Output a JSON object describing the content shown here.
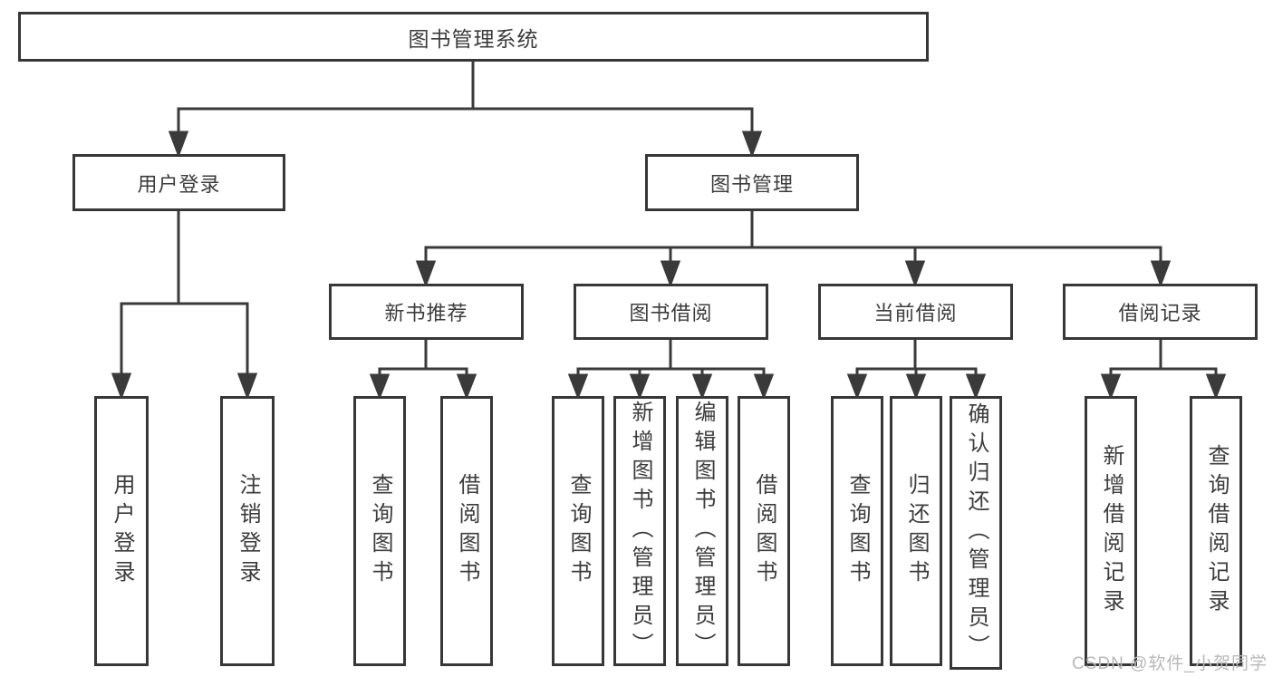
{
  "tree": {
    "label": "图书管理系统",
    "children": [
      {
        "label": "用户登录",
        "children": [
          {
            "label": "用户登录"
          },
          {
            "label": "注销登录"
          }
        ]
      },
      {
        "label": "图书管理",
        "children": [
          {
            "label": "新书推荐",
            "children": [
              {
                "label": "查询图书"
              },
              {
                "label": "借阅图书"
              }
            ]
          },
          {
            "label": "图书借阅",
            "children": [
              {
                "label": "查询图书"
              },
              {
                "label": "新增图书（管理员）"
              },
              {
                "label": "编辑图书（管理员）"
              },
              {
                "label": "借阅图书"
              }
            ]
          },
          {
            "label": "当前借阅",
            "children": [
              {
                "label": "查询图书"
              },
              {
                "label": "归还图书"
              },
              {
                "label": "确认归还（管理员）"
              }
            ]
          },
          {
            "label": "借阅记录",
            "children": [
              {
                "label": "新增借阅记录"
              },
              {
                "label": "查询借阅记录"
              }
            ]
          }
        ]
      }
    ]
  },
  "watermark": {
    "text": "CSDN @软件_小贺同学"
  },
  "colors": {
    "line": "#3a3a3a",
    "box_border": "#373737",
    "text": "#3c3c3c",
    "watermark": "#b8b8b8",
    "background": "#ffffff"
  }
}
